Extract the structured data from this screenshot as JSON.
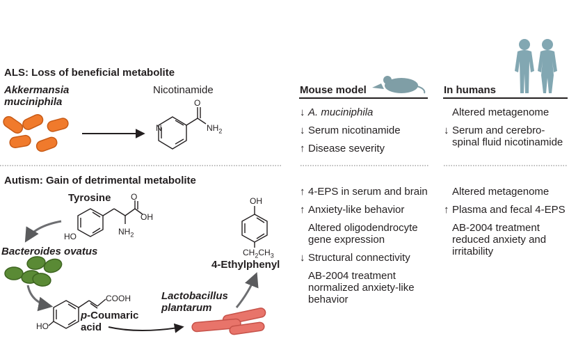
{
  "als": {
    "title": "ALS: Loss of beneficial metabolite",
    "organism_line1": "Akkermansia",
    "organism_line2": "muciniphila",
    "metabolite": "Nicotinamide",
    "nh2": "NH",
    "nh2_sub": "2",
    "o": "O",
    "n": "N"
  },
  "autism": {
    "title": "Autism: Gain of detrimental metabolite",
    "tyrosine": "Tyrosine",
    "tyr_oh": "OH",
    "tyr_ho": "HO",
    "tyr_nh2": "NH",
    "tyr_nh2_sub": "2",
    "tyr_o": "O",
    "bacteroides": "Bacteroides ovatus",
    "cooh": "COOH",
    "coum_ho": "HO",
    "coumaric_line1_p": "p",
    "coumaric_line1": "-Coumaric",
    "coumaric_line2": "acid",
    "lacto_line1": "Lactobacillus",
    "lacto_line2": "plantarum",
    "ethyl_oh": "OH",
    "ch2ch3": "CH",
    "ch2_sub": "2",
    "ch3": "CH",
    "ch3_sub": "3",
    "ethylphenyl": "4-Ethylphenyl"
  },
  "columns": {
    "mouse": "Mouse model",
    "human": "In humans"
  },
  "als_mouse": [
    {
      "arrow": "↓",
      "text": "A. muciniphila",
      "italic": true
    },
    {
      "arrow": "↓",
      "text": "Serum nicotinamide"
    },
    {
      "arrow": "↑",
      "text": "Disease severity"
    }
  ],
  "als_human": [
    {
      "arrow": "",
      "text": "Altered metagenome"
    },
    {
      "arrow": "↓",
      "text": "Serum and cerebro-\nspinal fluid nicotinamide"
    }
  ],
  "autism_mouse": [
    {
      "arrow": "↑",
      "text": "4-EPS in serum and brain"
    },
    {
      "arrow": "↑",
      "text": "Anxiety-like behavior"
    },
    {
      "arrow": "",
      "text": "Altered oligodendrocyte\ngene expression"
    },
    {
      "arrow": "↓",
      "text": "Structural connectivity"
    },
    {
      "arrow": "",
      "text": "AB-2004 treatment\nnormalized anxiety-like\nbehavior"
    }
  ],
  "autism_human": [
    {
      "arrow": "",
      "text": "Altered metagenome"
    },
    {
      "arrow": "↑",
      "text": "Plasma and fecal 4-EPS"
    },
    {
      "arrow": "",
      "text": "AB-2004 treatment\nreduced anxiety and\nirritability"
    }
  ],
  "colors": {
    "orange": "#f07a2c",
    "orange_dark": "#c75a16",
    "green": "#5a8a35",
    "green_dark": "#3d6420",
    "pink": "#e8746a",
    "pink_dark": "#c65249",
    "mouse": "#7f9ea6",
    "human": "#82a7b2",
    "gray_arrow": "#6d6e71"
  }
}
